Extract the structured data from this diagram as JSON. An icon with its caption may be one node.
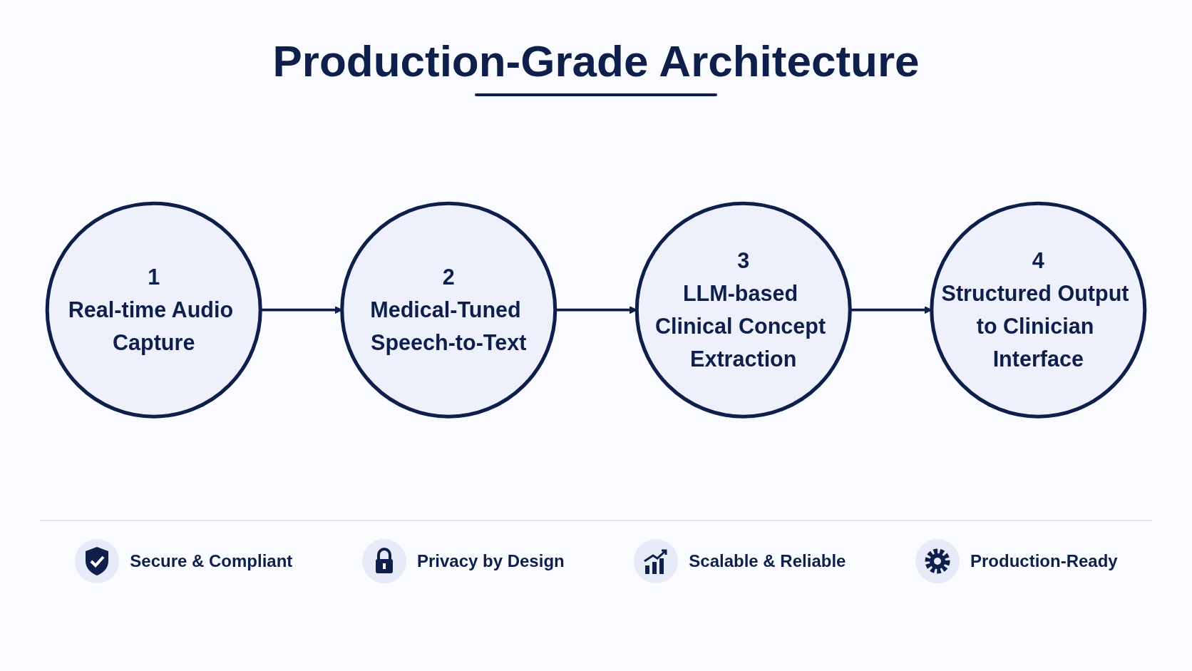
{
  "diagram": {
    "title": "Production-Grade Architecture",
    "nodes": [
      {
        "text": [
          "1",
          "Real-time Audio Capture"
        ]
      },
      {
        "text": [
          "2",
          "Medical-Tuned Speech-to-Text"
        ]
      },
      {
        "text": [
          "3",
          "LLM-based Clinical Concept Extraction"
        ]
      },
      {
        "text": [
          "4",
          "Structured Output to Clinician Interface"
        ]
      }
    ],
    "edges": [
      {
        "from": 0,
        "to": 1,
        "arrow": "to"
      },
      {
        "from": 1,
        "to": 2,
        "arrow": "to"
      },
      {
        "from": 2,
        "to": 3,
        "arrow": "to"
      }
    ],
    "labels": [
      "Secure & Compliant",
      "Privacy by Design",
      "Scalable & Reliable",
      "Production-Ready"
    ]
  }
}
